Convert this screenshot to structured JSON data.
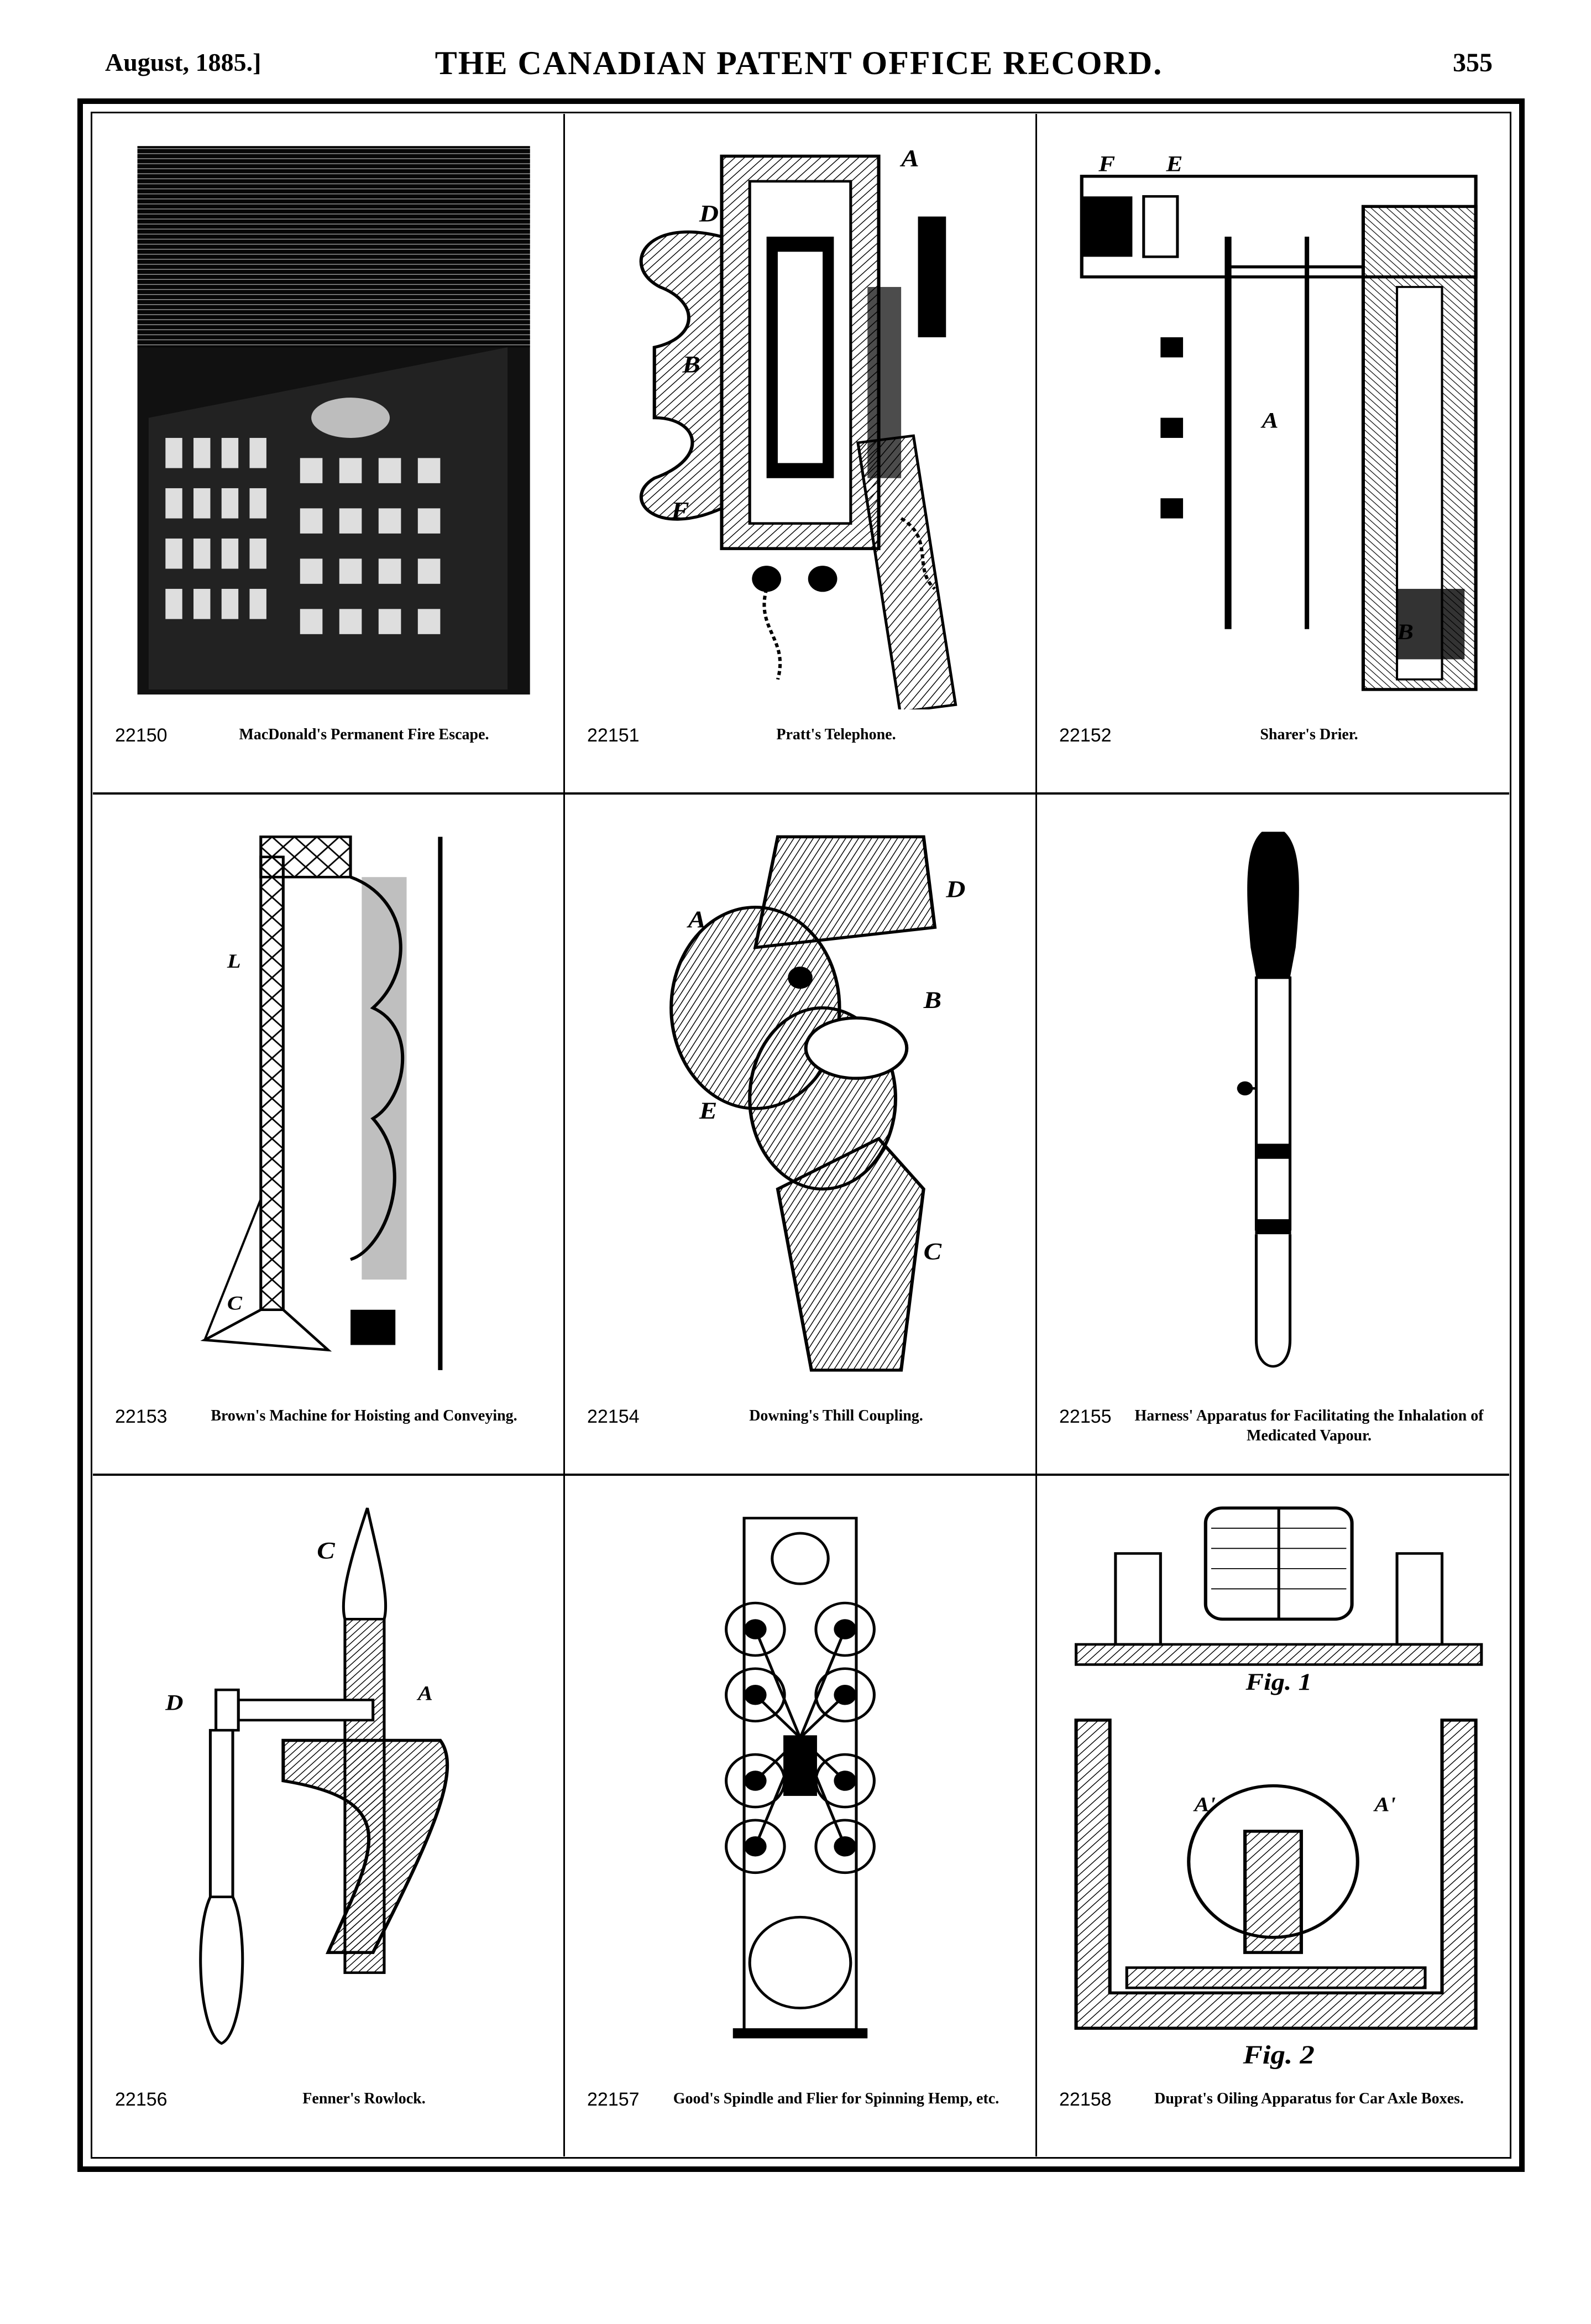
{
  "header": {
    "date": "August, 1885.]",
    "title": "THE CANADIAN PATENT OFFICE RECORD.",
    "page": "355"
  },
  "patents": [
    {
      "number": "22150",
      "title": "MacDonald's Permanent Fire Escape."
    },
    {
      "number": "22151",
      "title": "Pratt's Telephone."
    },
    {
      "number": "22152",
      "title": "Sharer's Drier."
    },
    {
      "number": "22153",
      "title": "Brown's Machine for Hoisting and Conveying."
    },
    {
      "number": "22154",
      "title": "Downing's Thill Coupling."
    },
    {
      "number": "22155",
      "title": "Harness' Apparatus for Facilitating the Inhalation of Medicated Vapour."
    },
    {
      "number": "22156",
      "title": "Fenner's Rowlock."
    },
    {
      "number": "22157",
      "title": "Good's Spindle and Flier for Spinning Hemp, etc."
    },
    {
      "number": "22158",
      "title": "Duprat's Oiling Apparatus for Car Axle Boxes."
    }
  ],
  "figure_labels": {
    "fig1": "Fig. 1",
    "fig2": "Fig. 2"
  }
}
